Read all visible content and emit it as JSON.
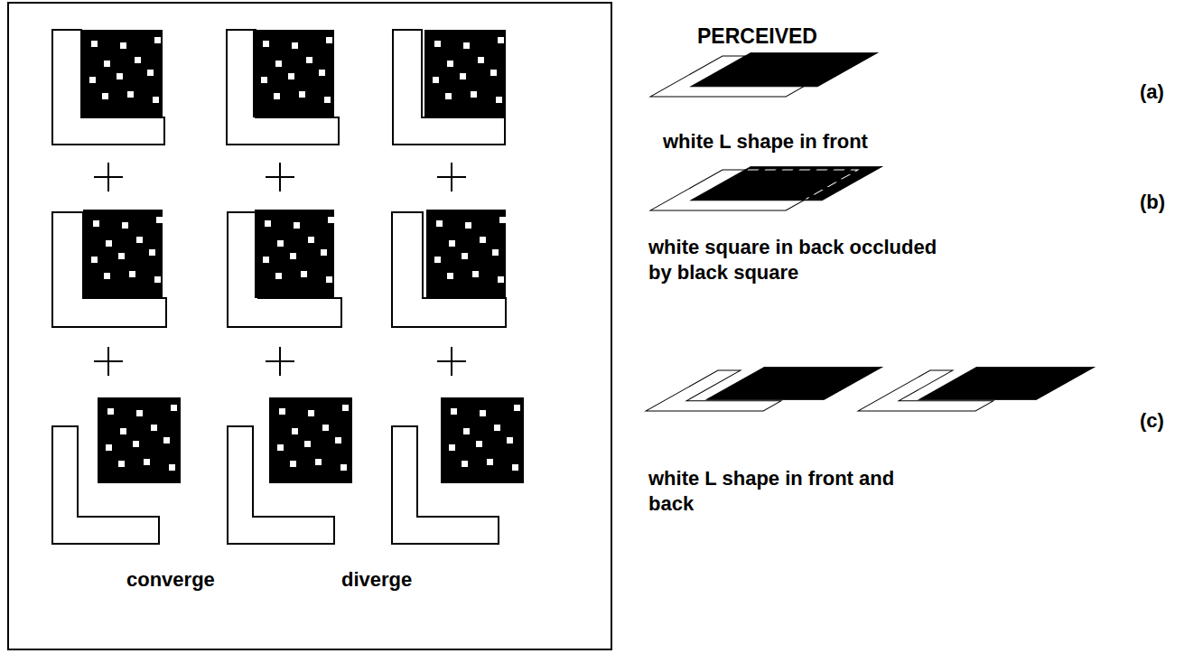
{
  "diagram": {
    "nodes": [
      {
        "text": [
          "converge",
          "diverge"
        ]
      }
    ],
    "labels": [
      "PERCEIVED",
      "(a)",
      "white L shape in front",
      "(b)",
      "white square in back occluded by black square",
      "(c)",
      "white L shape in front and back"
    ]
  }
}
